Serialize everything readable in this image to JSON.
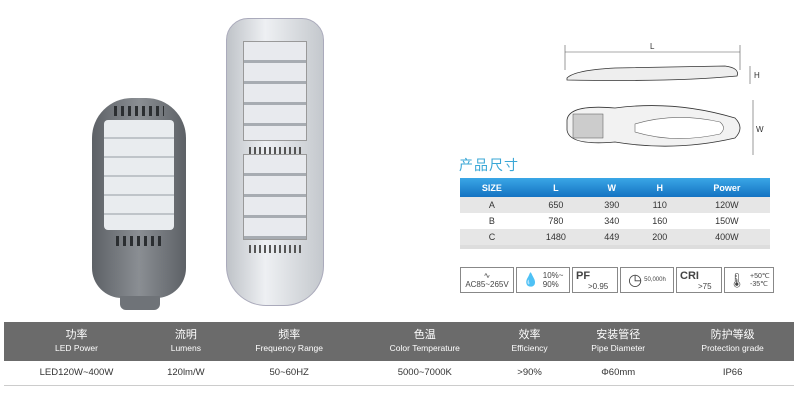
{
  "dimension_labels": {
    "L": "L",
    "H": "H",
    "W": "W"
  },
  "size_section": {
    "title": "产品尺寸",
    "headers": [
      "SIZE",
      "L",
      "W",
      "H",
      "Power"
    ],
    "rows": [
      [
        "A",
        "650",
        "390",
        "110",
        "120W"
      ],
      [
        "B",
        "780",
        "340",
        "160",
        "150W"
      ],
      [
        "C",
        "1480",
        "449",
        "200",
        "400W"
      ]
    ]
  },
  "spec_icons": [
    {
      "icon": "ac-wave-icon",
      "text": "AC85~265V"
    },
    {
      "icon": "humidity-drops-icon",
      "text": "10%~",
      "text2": "90%"
    },
    {
      "icon": "pf-icon",
      "label": "PF",
      "text": ">0.95"
    },
    {
      "icon": "clock-icon",
      "text": "50,000h"
    },
    {
      "icon": "cri-icon",
      "label": "CRI",
      "text": ">75"
    },
    {
      "icon": "thermometer-icon",
      "text": "+50℃",
      "text2": "-35℃"
    }
  ],
  "spec_table": {
    "headers": [
      {
        "cn": "功率",
        "en": "LED Power"
      },
      {
        "cn": "流明",
        "en": "Lumens"
      },
      {
        "cn": "频率",
        "en": "Frequency Range"
      },
      {
        "cn": "色温",
        "en": "Color Temperature"
      },
      {
        "cn": "效率",
        "en": "Efficiency"
      },
      {
        "cn": "安装管径",
        "en": "Pipe Diameter"
      },
      {
        "cn": "防护等级",
        "en": "Protection grade"
      }
    ],
    "values": [
      "LED120W~400W",
      "120lm/W",
      "50~60HZ",
      "5000~7000K",
      ">90%",
      "Φ60mm",
      "IP66"
    ]
  },
  "colors": {
    "accent_blue": "#1e88d0",
    "header_gray": "#6b6b6b"
  }
}
